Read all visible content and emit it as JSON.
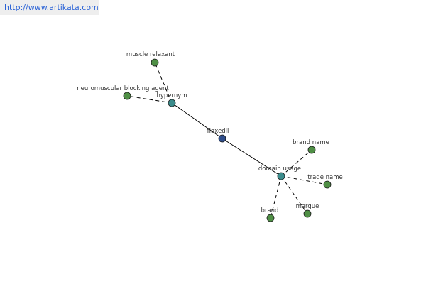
{
  "site": {
    "url_text": "http://www.artikata.com"
  },
  "colors": {
    "center": "#2e4d8a",
    "relation": "#3b8c8c",
    "leaf": "#4f8f45",
    "edge": "#000000",
    "link": "#2a62d6"
  },
  "graph": {
    "nodes": [
      {
        "id": "flaxedil",
        "label": "flaxedil",
        "kind": "center",
        "icon": "circle-node"
      },
      {
        "id": "hypernym",
        "label": "hypernym",
        "kind": "relation",
        "icon": "circle-node"
      },
      {
        "id": "domain_usage",
        "label": "domain usage",
        "kind": "relation",
        "icon": "circle-node"
      },
      {
        "id": "muscle_relaxant",
        "label": "muscle relaxant",
        "kind": "leaf",
        "icon": "circle-node"
      },
      {
        "id": "neuromuscular_blocking_agent",
        "label": "neuromuscular blocking agent",
        "kind": "leaf",
        "icon": "circle-node"
      },
      {
        "id": "brand_name",
        "label": "brand name",
        "kind": "leaf",
        "icon": "circle-node"
      },
      {
        "id": "trade_name",
        "label": "trade name",
        "kind": "leaf",
        "icon": "circle-node"
      },
      {
        "id": "marque",
        "label": "marque",
        "kind": "leaf",
        "icon": "circle-node"
      },
      {
        "id": "brand",
        "label": "brand",
        "kind": "leaf",
        "icon": "circle-node"
      }
    ],
    "edges": [
      {
        "from": "flaxedil",
        "to": "hypernym",
        "style": "solid"
      },
      {
        "from": "flaxedil",
        "to": "domain_usage",
        "style": "solid"
      },
      {
        "from": "hypernym",
        "to": "muscle_relaxant",
        "style": "dashed"
      },
      {
        "from": "hypernym",
        "to": "neuromuscular_blocking_agent",
        "style": "dashed"
      },
      {
        "from": "domain_usage",
        "to": "brand_name",
        "style": "dashed"
      },
      {
        "from": "domain_usage",
        "to": "trade_name",
        "style": "dashed"
      },
      {
        "from": "domain_usage",
        "to": "marque",
        "style": "dashed"
      },
      {
        "from": "domain_usage",
        "to": "brand",
        "style": "dashed"
      }
    ]
  }
}
